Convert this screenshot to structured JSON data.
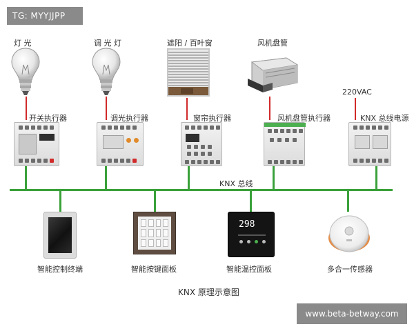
{
  "watermarks": {
    "top_left": "TG: MYYJJPP",
    "bottom_right": "www.beta-betway.com"
  },
  "top_devices": {
    "light": "灯 光",
    "dimmer_light": "调 光 灯",
    "blinds": "遮阳 / 百叶窗",
    "fan_coil": "风机盘管"
  },
  "power_input": "220VAC",
  "actuators": {
    "switch": "开关执行器",
    "dimmer": "调光执行器",
    "curtain": "窗帘执行器",
    "fan_coil": "风机盘管执行器",
    "power_supply": "KNX 总线电源"
  },
  "bus_label": "KNX 总线",
  "bottom_devices": {
    "terminal": "智能控制终端",
    "button_panel": "智能按键面板",
    "thermostat": "智能温控面板",
    "sensor": "多合一传感器"
  },
  "thermostat_display": "298",
  "diagram_title": "KNX 原理示意图",
  "colors": {
    "bus": "#3aa13a",
    "power_line": "#d12a2a",
    "watermark_bg": "#8a8a8a"
  }
}
